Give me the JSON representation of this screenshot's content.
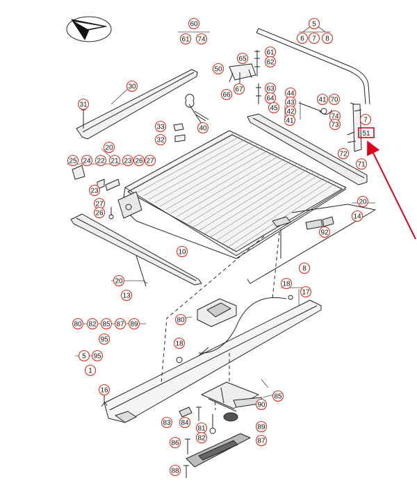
{
  "diagram": {
    "colors": {
      "callout_stroke": "#e0301e",
      "line": "#222222",
      "highlight": "#e0001b",
      "part_fill": "#f2f2f2"
    },
    "labels": [
      {
        "id": "60",
        "text": "60"
      },
      {
        "id": "61a",
        "text": "61"
      },
      {
        "id": "74a",
        "text": "74"
      },
      {
        "id": "5a",
        "text": "5"
      },
      {
        "id": "6a",
        "text": "6"
      },
      {
        "id": "7a",
        "text": "7"
      },
      {
        "id": "8a",
        "text": "8"
      },
      {
        "id": "65",
        "text": "65"
      },
      {
        "id": "61b",
        "text": "61"
      },
      {
        "id": "62",
        "text": "62"
      },
      {
        "id": "50",
        "text": "50"
      },
      {
        "id": "66",
        "text": "66"
      },
      {
        "id": "67",
        "text": "67"
      },
      {
        "id": "63",
        "text": "63"
      },
      {
        "id": "64",
        "text": "64"
      },
      {
        "id": "45",
        "text": "45"
      },
      {
        "id": "44",
        "text": "44"
      },
      {
        "id": "43",
        "text": "43"
      },
      {
        "id": "42",
        "text": "42"
      },
      {
        "id": "41a",
        "text": "41"
      },
      {
        "id": "41b",
        "text": "41"
      },
      {
        "id": "70",
        "text": "70"
      },
      {
        "id": "74b",
        "text": "74"
      },
      {
        "id": "73",
        "text": "73"
      },
      {
        "id": "7b",
        "text": "7"
      },
      {
        "id": "72",
        "text": "72"
      },
      {
        "id": "71",
        "text": "71"
      },
      {
        "id": "30",
        "text": "30"
      },
      {
        "id": "31",
        "text": "31"
      },
      {
        "id": "40",
        "text": "40"
      },
      {
        "id": "33",
        "text": "33"
      },
      {
        "id": "32",
        "text": "32"
      },
      {
        "id": "20a",
        "text": "20"
      },
      {
        "id": "25",
        "text": "25"
      },
      {
        "id": "24",
        "text": "24"
      },
      {
        "id": "22",
        "text": "22"
      },
      {
        "id": "21",
        "text": "21"
      },
      {
        "id": "23a",
        "text": "23"
      },
      {
        "id": "26a",
        "text": "26"
      },
      {
        "id": "27a",
        "text": "27"
      },
      {
        "id": "23b",
        "text": "23"
      },
      {
        "id": "27b",
        "text": "27"
      },
      {
        "id": "26b",
        "text": "26"
      },
      {
        "id": "20b",
        "text": "20"
      },
      {
        "id": "14",
        "text": "14"
      },
      {
        "id": "92",
        "text": "92"
      },
      {
        "id": "10",
        "text": "10"
      },
      {
        "id": "8b",
        "text": "8"
      },
      {
        "id": "20c",
        "text": "20"
      },
      {
        "id": "13",
        "text": "13"
      },
      {
        "id": "18a",
        "text": "18"
      },
      {
        "id": "17",
        "text": "17"
      },
      {
        "id": "80a",
        "text": "80"
      },
      {
        "id": "82a",
        "text": "82"
      },
      {
        "id": "85a",
        "text": "85"
      },
      {
        "id": "87a",
        "text": "87"
      },
      {
        "id": "89a",
        "text": "89"
      },
      {
        "id": "95a",
        "text": "95"
      },
      {
        "id": "80b",
        "text": "80"
      },
      {
        "id": "18b",
        "text": "18"
      },
      {
        "id": "5b",
        "text": "5"
      },
      {
        "id": "95b",
        "text": "95"
      },
      {
        "id": "1",
        "text": "1"
      },
      {
        "id": "16",
        "text": "16"
      },
      {
        "id": "85b",
        "text": "85"
      },
      {
        "id": "90",
        "text": "90"
      },
      {
        "id": "83",
        "text": "83"
      },
      {
        "id": "84",
        "text": "84"
      },
      {
        "id": "81",
        "text": "81"
      },
      {
        "id": "82b",
        "text": "82"
      },
      {
        "id": "89b",
        "text": "89"
      },
      {
        "id": "86",
        "text": "86"
      },
      {
        "id": "87b",
        "text": "87"
      },
      {
        "id": "88",
        "text": "88"
      }
    ],
    "highlighted": {
      "text": "51"
    }
  }
}
